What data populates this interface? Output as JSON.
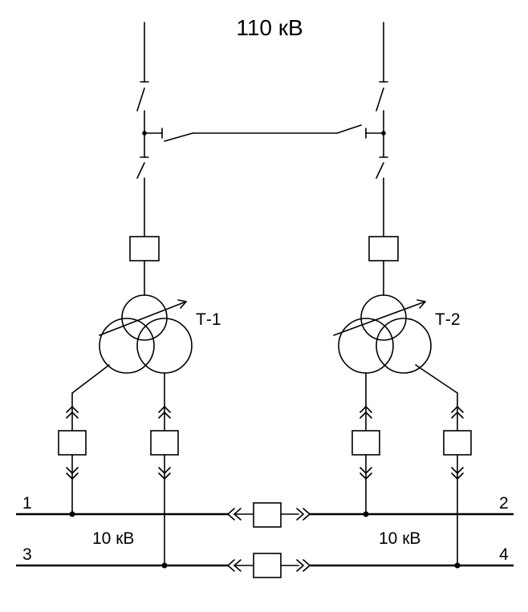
{
  "labels": {
    "hv_voltage": "110 кВ",
    "transformer_1": "Т-1",
    "transformer_2": "Т-2",
    "lv_voltage_left": "10 кВ",
    "lv_voltage_right": "10 кВ",
    "bus_1": "1",
    "bus_2": "2",
    "bus_3": "3",
    "bus_4": "4"
  }
}
